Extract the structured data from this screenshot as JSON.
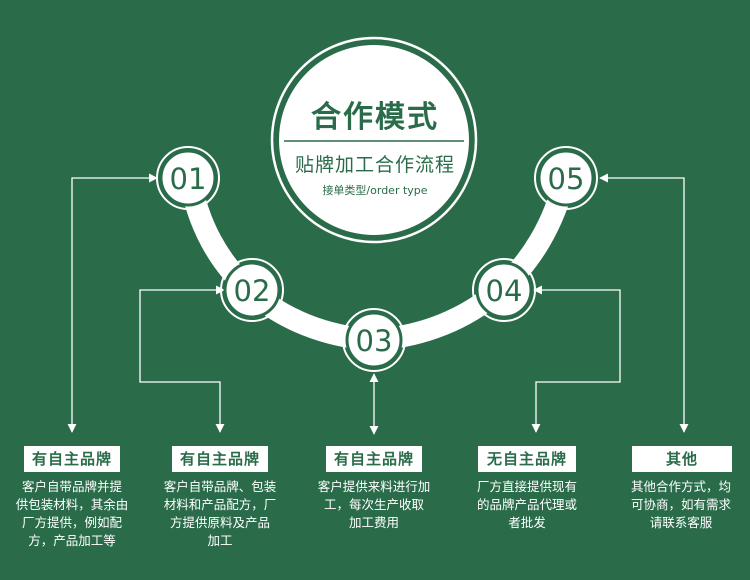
{
  "header": {
    "title": "合作模式",
    "subtitle": "贴牌加工合作流程",
    "type_label": "接单类型/order type"
  },
  "steps": [
    {
      "number": "01",
      "label": "有自主品牌",
      "description": "客户自带品牌并提\n供包装材料，其余由\n厂方提供，例如配\n方，产品加工等"
    },
    {
      "number": "02",
      "label": "有自主品牌",
      "description": "客户自带品牌、包装\n材料和产品配方，厂\n方提供原料及产品\n加工"
    },
    {
      "number": "03",
      "label": "有自主品牌",
      "description": "客户提供来料进行加\n工，每次生产收取\n加工费用"
    },
    {
      "number": "04",
      "label": "无自主品牌",
      "description": "厂方直接提供现有\n的品牌产品代理或\n者批发"
    },
    {
      "number": "05",
      "label": "其他",
      "description": "其他合作方式，均\n可协商，如有需求\n请联系客服"
    }
  ],
  "colors": {
    "background": "#2a6c4a",
    "foreground": "#ffffff"
  }
}
